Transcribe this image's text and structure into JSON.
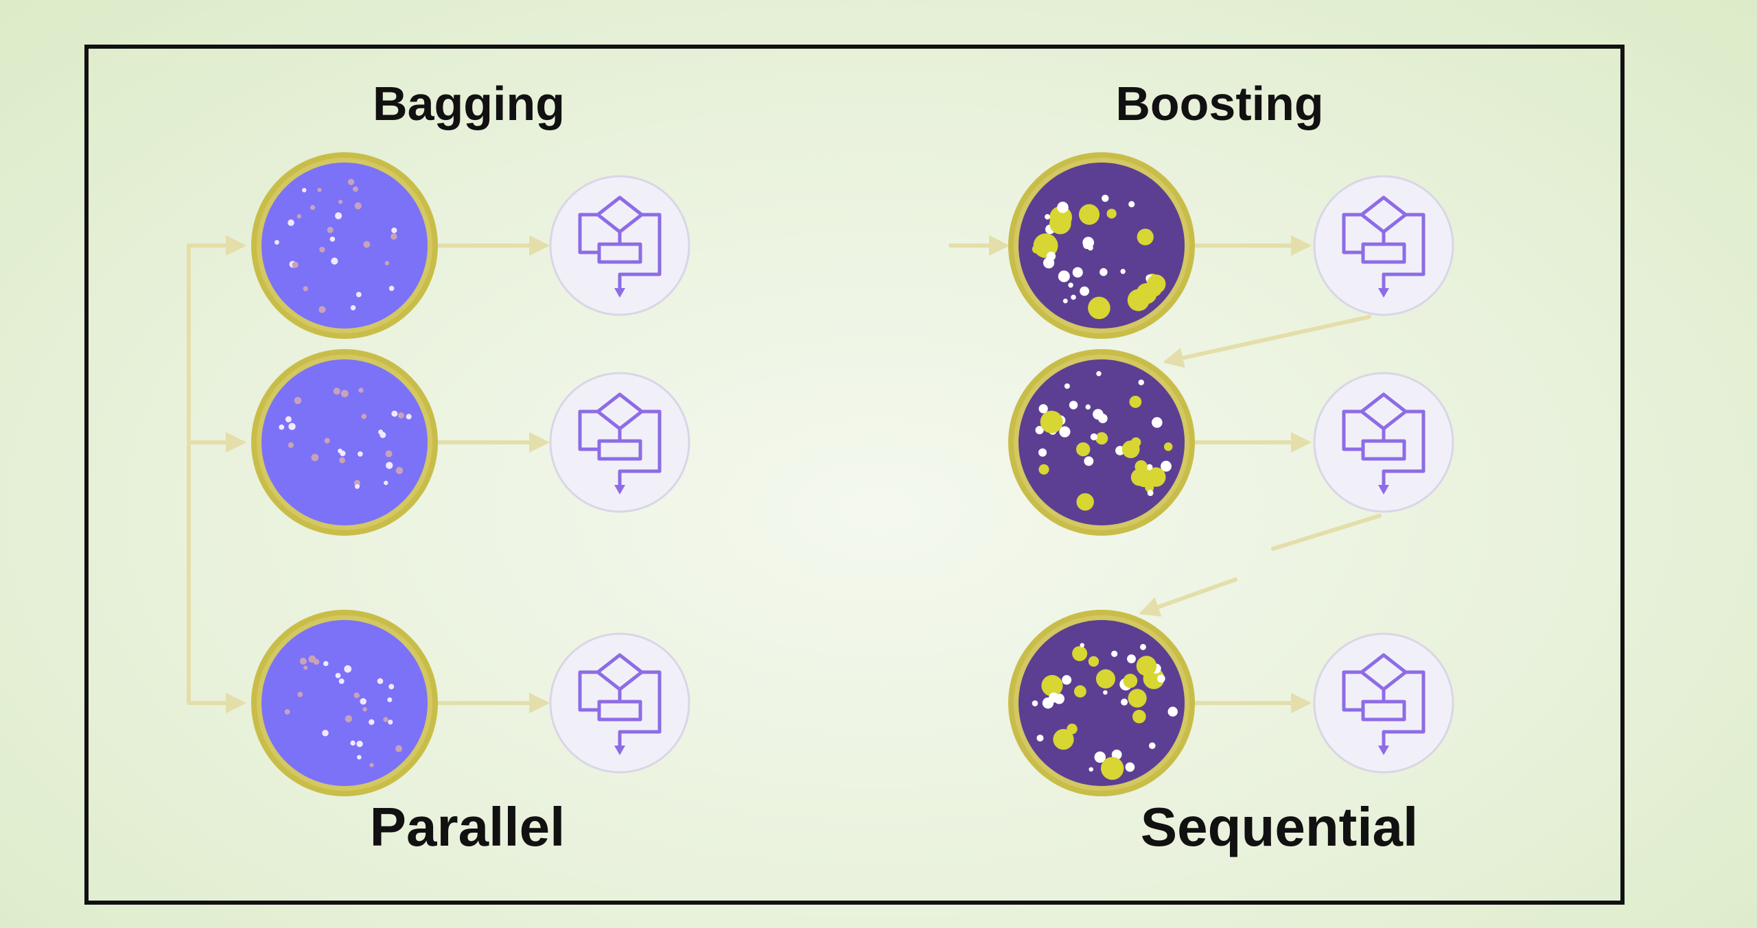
{
  "bagging": {
    "title": "Bagging",
    "footer": "Parallel"
  },
  "boosting": {
    "title": "Boosting",
    "footer": "Sequential"
  },
  "colors": {
    "bagging_dataset_fill": "#7b72f7",
    "boosting_dataset_fill": "#5c3f92",
    "dataset_ring": "#d3c862",
    "arrow": "#e4deaa",
    "model_icon_bg": "#f1f0f8",
    "model_icon_stroke": "#8d6ce6",
    "highlight_dot": "#d8d632",
    "frame_border": "#111111"
  },
  "icons": {
    "dataset": "dataset-circle-icon",
    "model": "flowchart-model-icon"
  }
}
